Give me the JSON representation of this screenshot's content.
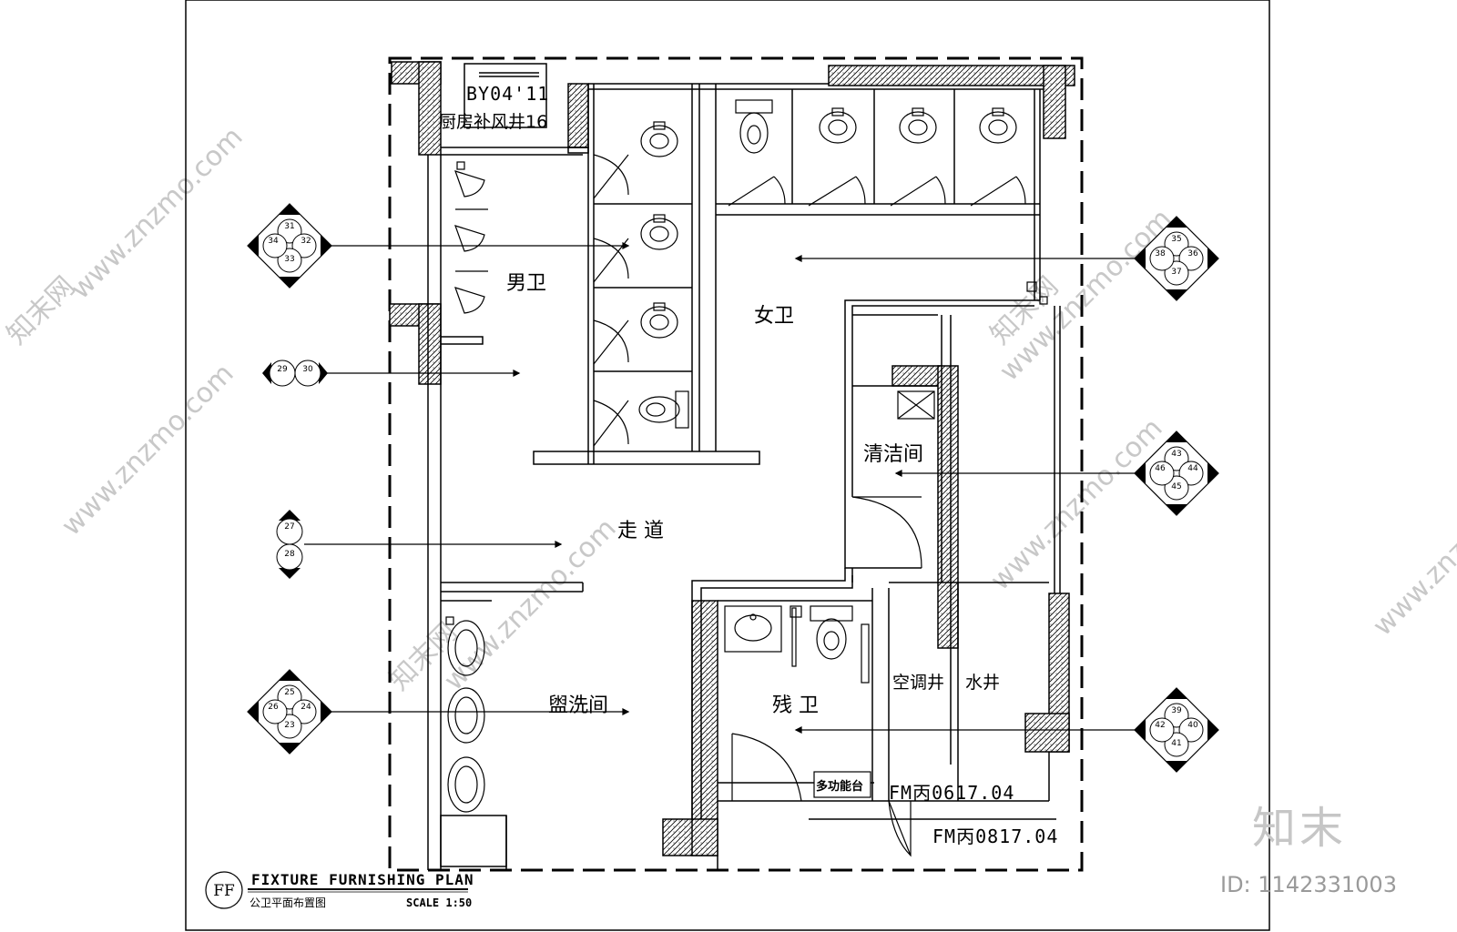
{
  "rooms": {
    "mens": "男卫",
    "womens": "女卫",
    "corridor": "走 道",
    "washroom": "盥洗间",
    "janitor": "清洁间",
    "accessible": "残 卫",
    "ac_shaft": "空调井",
    "water_shaft": "水井"
  },
  "labels": {
    "vent_code": "BY04'11",
    "vent_name": "厨房补风井16",
    "multifunction_counter": "多功能台",
    "door_a": "FM丙0617.04",
    "door_b": "FM丙0817.04"
  },
  "title_block": {
    "symbol": "FF",
    "title": "FIXTURE FURNISHING PLAN",
    "subtitle": "公卫平面布置图",
    "scale": "SCALE 1:50"
  },
  "markers": [
    {
      "id": "m1",
      "top": "31",
      "right": "32",
      "bottom": "33",
      "left": "34"
    },
    {
      "id": "m2",
      "top": "35",
      "right": "36",
      "bottom": "37",
      "left": "38"
    },
    {
      "id": "m3",
      "left": "29",
      "right": "30"
    },
    {
      "id": "m4",
      "top": "27",
      "bottom": "28"
    },
    {
      "id": "m5",
      "top": "43",
      "right": "44",
      "bottom": "45",
      "left": "46"
    },
    {
      "id": "m6",
      "top": "25",
      "right": "24",
      "bottom": "23",
      "left": "26"
    },
    {
      "id": "m7",
      "top": "39",
      "right": "40",
      "bottom": "41",
      "left": "42"
    }
  ],
  "watermark": {
    "site": "www.znzmo.com",
    "cn": "知末网",
    "brand": "知末",
    "id": "ID: 1142331003"
  }
}
